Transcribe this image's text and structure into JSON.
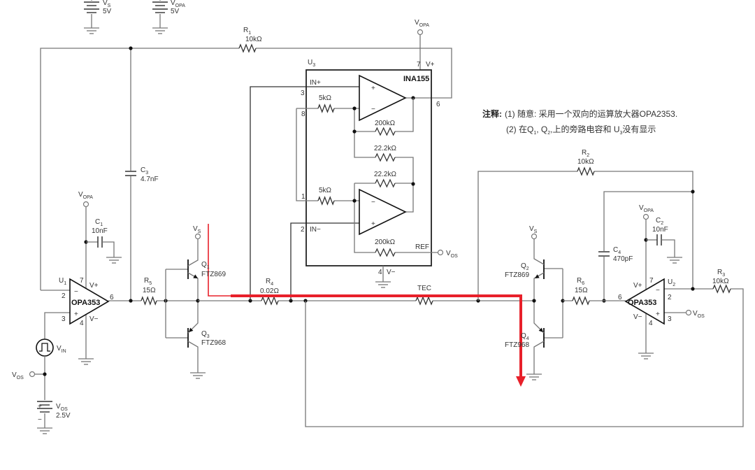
{
  "supplies": {
    "vs": {
      "ref": "V",
      "sub": "S",
      "value": "5V"
    },
    "vopa": {
      "ref": "V",
      "sub": "OPA",
      "value": "5V"
    },
    "vos": {
      "ref": "V",
      "sub": "OS",
      "value": "2.5V"
    }
  },
  "nets": {
    "v": "V",
    "s": "S",
    "opa": "OPA",
    "os": "OS",
    "in": "IN"
  },
  "parts": {
    "r1": {
      "ref": "R",
      "sub": "1",
      "value": "10kΩ"
    },
    "r2": {
      "ref": "R",
      "sub": "2",
      "value": "10kΩ"
    },
    "r3": {
      "ref": "R",
      "sub": "3",
      "value": "10kΩ"
    },
    "r4": {
      "ref": "R",
      "sub": "4",
      "value": "0.02Ω"
    },
    "r5": {
      "ref": "R",
      "sub": "5",
      "value": "15Ω"
    },
    "r6": {
      "ref": "R",
      "sub": "6",
      "value": "15Ω"
    },
    "c1": {
      "ref": "C",
      "sub": "1",
      "value": "10nF"
    },
    "c2": {
      "ref": "C",
      "sub": "2",
      "value": "10nF"
    },
    "c3": {
      "ref": "C",
      "sub": "3",
      "value": "4.7nF"
    },
    "c4": {
      "ref": "C",
      "sub": "4",
      "value": "470pF"
    },
    "u1": {
      "ref": "U",
      "sub": "1",
      "part": "OPA353"
    },
    "u2": {
      "ref": "U",
      "sub": "2",
      "part": "OPA353"
    },
    "u3": {
      "ref": "U",
      "sub": "3",
      "part": "INA155"
    },
    "q1": {
      "ref": "Q",
      "sub": "1",
      "part": "FTZ869"
    },
    "q2": {
      "ref": "Q",
      "sub": "2",
      "part": "FTZ869"
    },
    "q3": {
      "ref": "Q",
      "sub": "3",
      "part": "FTZ968"
    },
    "q4": {
      "ref": "Q",
      "sub": "4",
      "part": "FTZ968"
    },
    "tec": "TEC"
  },
  "pins": {
    "p1": "1",
    "p2": "2",
    "p3": "3",
    "p4": "4",
    "p6": "6",
    "p7": "7",
    "p8": "8",
    "vplus": "V+",
    "vminus": "V−",
    "plus": "+",
    "minus": "−",
    "inplus": "IN+",
    "inminus": "IN−",
    "ref": "REF"
  },
  "ina155": {
    "r_in": "5kΩ",
    "r_fb": "200kΩ",
    "r_mid": "22.2kΩ"
  },
  "notes": {
    "label": "注释:",
    "line1": "(1) 随意: 采用一个双向的运算放大器OPA2353.",
    "line2_a": "(2) 在Q",
    "line2_b": "1",
    "line2_c": ", Q",
    "line2_d": "2",
    "line2_e": ",上的旁路电容和 U",
    "line2_f": "3",
    "line2_g": "没有显示"
  },
  "colors": {
    "wire": "#777777",
    "wire_dark": "#333333",
    "highlight": "#e8202a"
  }
}
